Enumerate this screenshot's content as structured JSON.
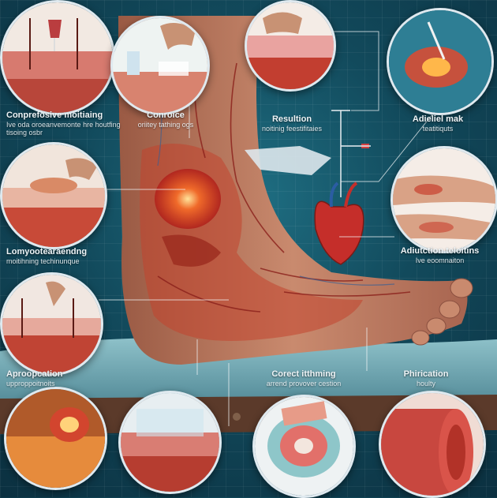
{
  "palette": {
    "background": "#124a5c",
    "skin": "#c98a6e",
    "wound": "#d23a2a",
    "bandage": "#d9d4c8",
    "blanket": "#6fa7b2"
  },
  "labels": {
    "top_left": {
      "title": "Conprefosive moitiaing",
      "sub": "Ive oda oroeanvemonte hre houtfing tisoing osbr"
    },
    "top_center": {
      "title": "Conroice",
      "sub": "oriitey tathing ogs"
    },
    "top_right_mid": {
      "title": "Resultion",
      "sub": "noitinig feestifitaies"
    },
    "top_right": {
      "title": "Adieliel mak",
      "sub": "teatitiquts"
    },
    "mid_left": {
      "title": "Lomyootearaendng",
      "sub": "moitihning techinunque"
    },
    "mid_right": {
      "title": "Adiutction teloitins",
      "sub": "Ive eoomnaiton"
    },
    "bottom_left": {
      "title": "Aproopcation",
      "sub": "upproppoitnoits"
    },
    "bottom_center": {
      "title": "Corect itthming",
      "sub": "arrend provover cestion"
    },
    "bottom_right": {
      "title": "Phirication",
      "sub": "houlty"
    }
  }
}
